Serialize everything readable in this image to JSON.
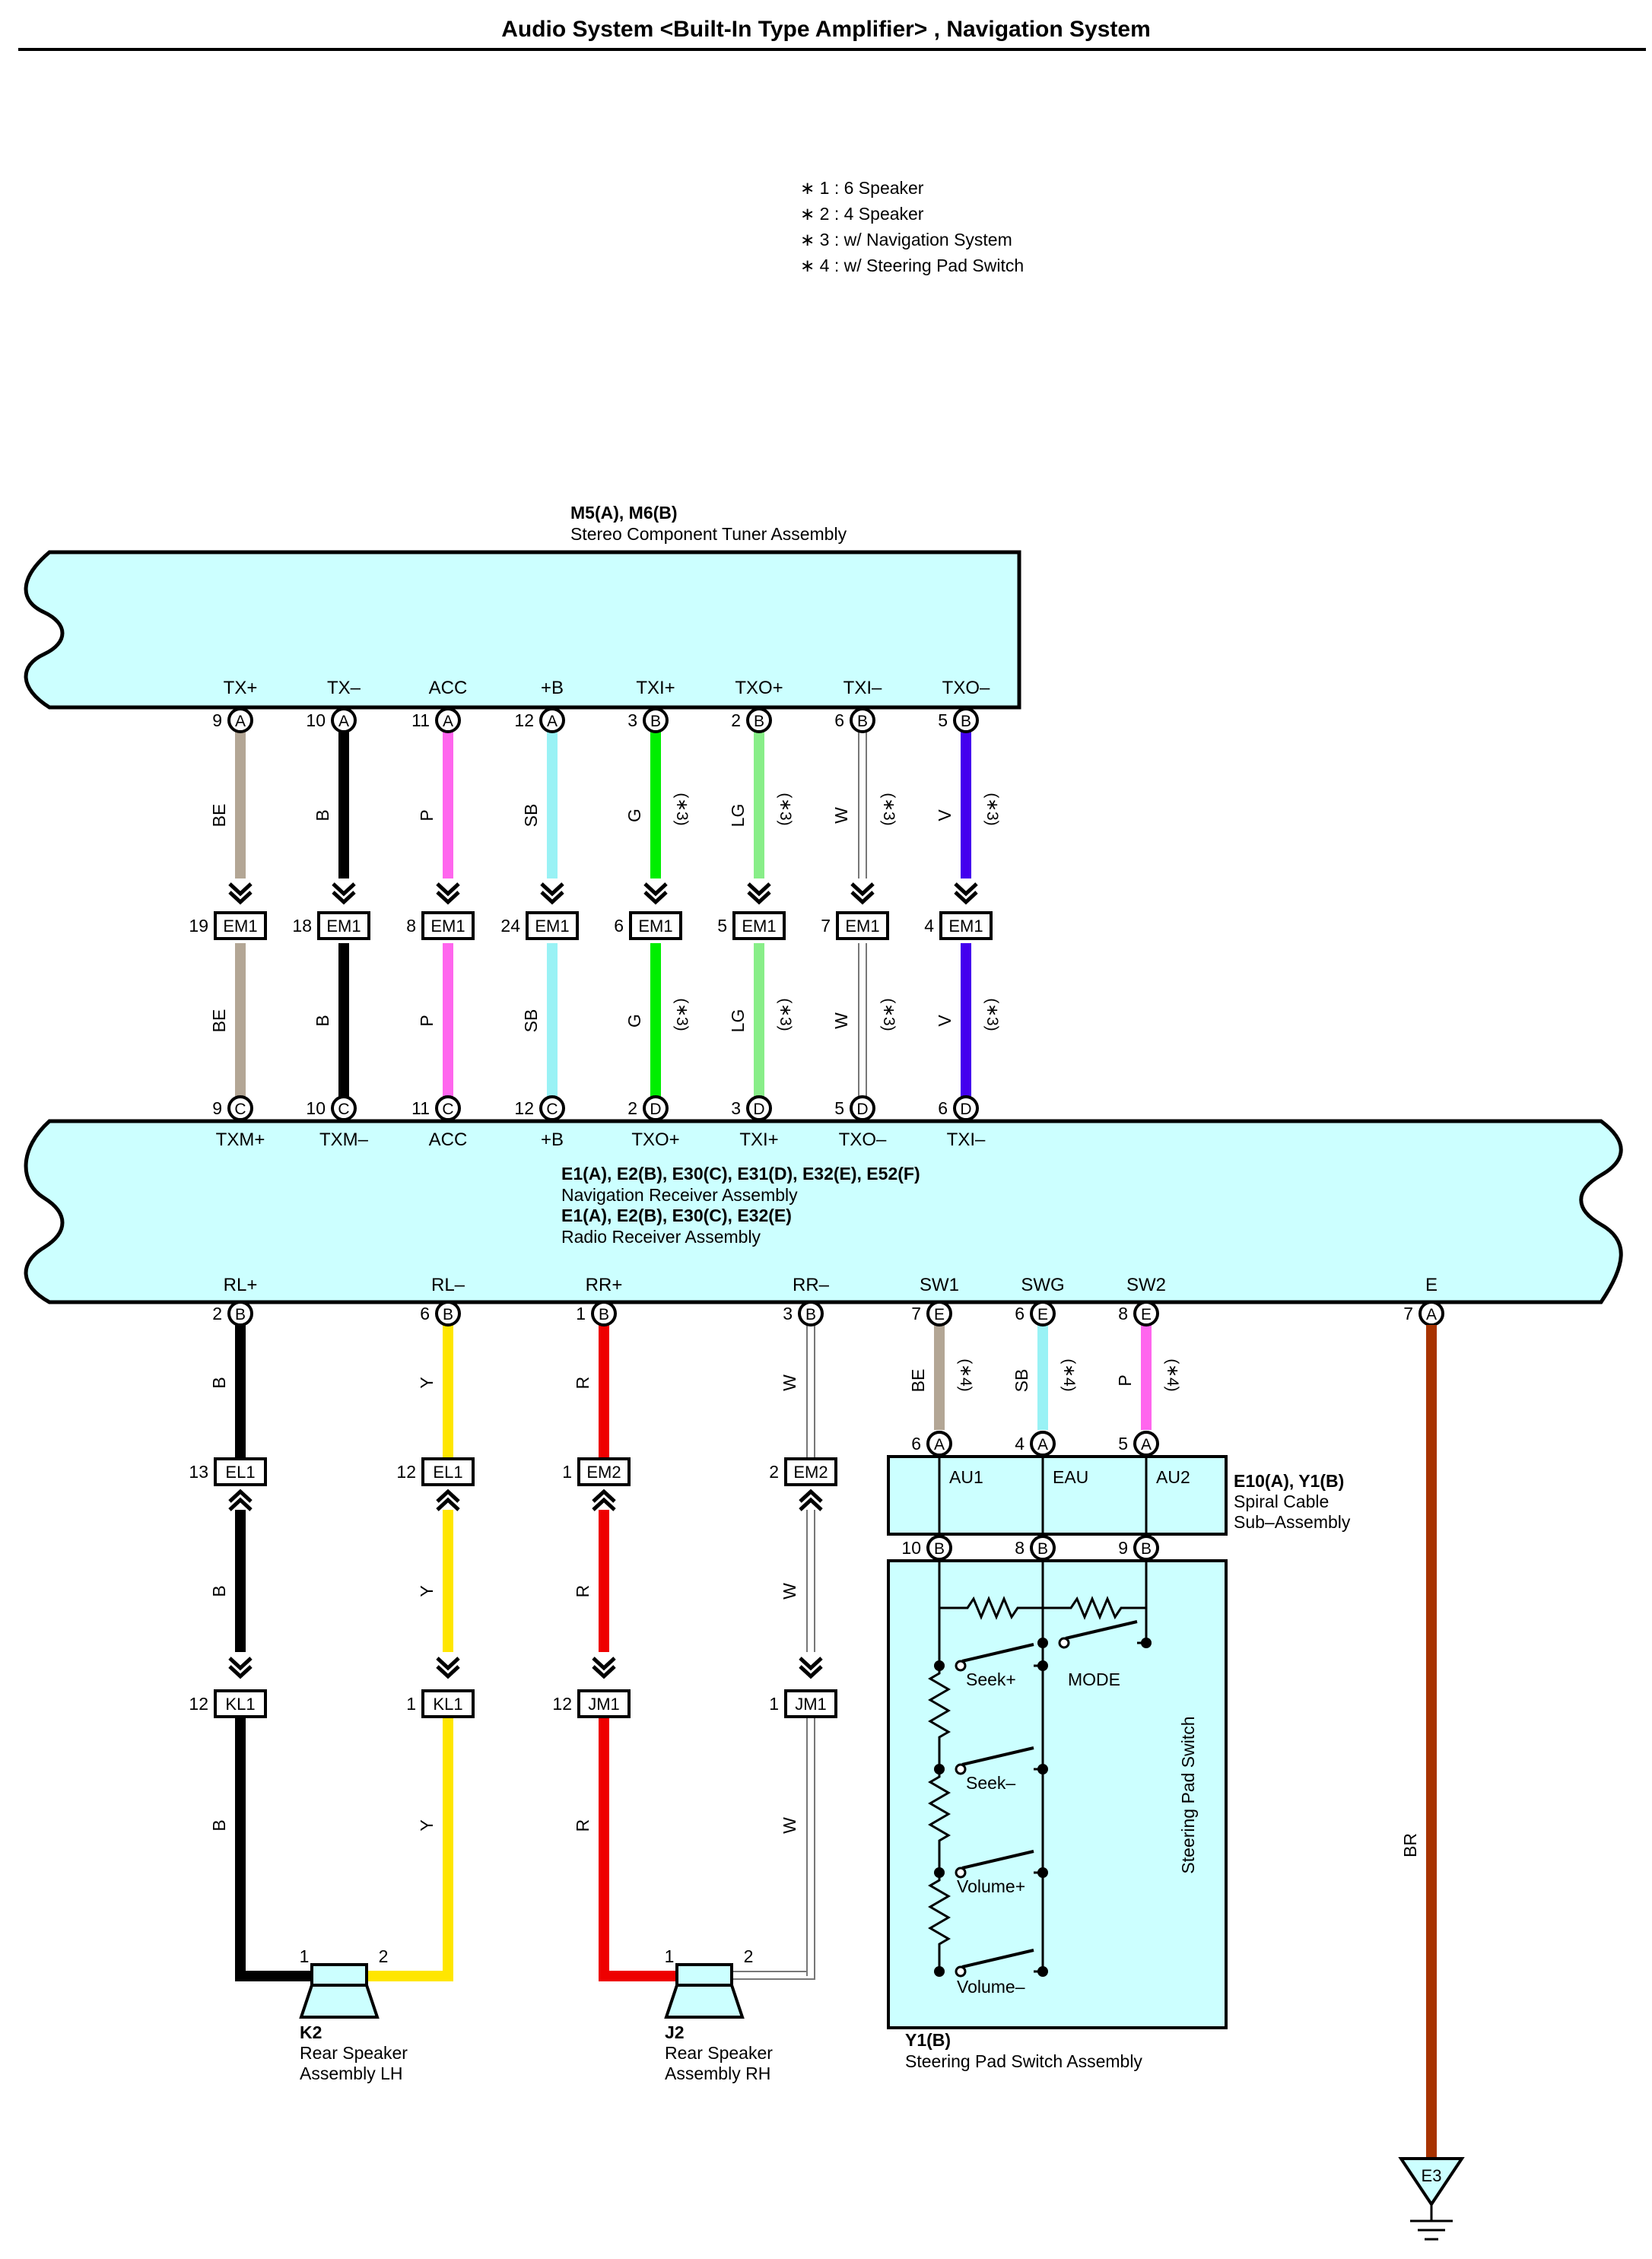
{
  "header": {
    "title": "Audio System <Built-In Type Amplifier> , Navigation System"
  },
  "notes": [
    "∗ 1 : 6 Speaker",
    "∗ 2 : 4 Speaker",
    "∗ 3 : w/ Navigation System",
    "∗ 4 : w/ Steering Pad Switch"
  ],
  "colors": {
    "box_fill": "#ccffff",
    "BE": "#b3a695",
    "B": "#000000",
    "P": "#ff66ee",
    "SB": "#99f2f5",
    "G": "#00ee00",
    "LG": "#88ee88",
    "W": "#ffffff",
    "V": "#4400ee",
    "Y": "#ffe600",
    "R": "#ee0000",
    "BR": "#a83300"
  },
  "tuner": {
    "codes": "M5(A), M6(B)",
    "name": "Stereo Component Tuner Assembly",
    "pins": [
      {
        "label": "TX+",
        "num": "9",
        "conn": "A"
      },
      {
        "label": "TX–",
        "num": "10",
        "conn": "A"
      },
      {
        "label": "ACC",
        "num": "11",
        "conn": "A"
      },
      {
        "label": "+B",
        "num": "12",
        "conn": "A"
      },
      {
        "label": "TXI+",
        "num": "3",
        "conn": "B"
      },
      {
        "label": "TXO+",
        "num": "2",
        "conn": "B"
      },
      {
        "label": "TXI–",
        "num": "6",
        "conn": "B"
      },
      {
        "label": "TXO–",
        "num": "5",
        "conn": "B"
      }
    ]
  },
  "upper_wires": [
    {
      "color_code": "BE",
      "note": ""
    },
    {
      "color_code": "B",
      "note": ""
    },
    {
      "color_code": "P",
      "note": ""
    },
    {
      "color_code": "SB",
      "note": ""
    },
    {
      "color_code": "G",
      "note": "(∗3)"
    },
    {
      "color_code": "LG",
      "note": "(∗3)"
    },
    {
      "color_code": "W",
      "note": "(∗3)"
    },
    {
      "color_code": "V",
      "note": "(∗3)"
    }
  ],
  "upper_junctions": [
    {
      "num": "19",
      "label": "EM1"
    },
    {
      "num": "18",
      "label": "EM1"
    },
    {
      "num": "8",
      "label": "EM1"
    },
    {
      "num": "24",
      "label": "EM1"
    },
    {
      "num": "6",
      "label": "EM1"
    },
    {
      "num": "5",
      "label": "EM1"
    },
    {
      "num": "7",
      "label": "EM1"
    },
    {
      "num": "4",
      "label": "EM1"
    }
  ],
  "receiver": {
    "codes1": "E1(A), E2(B), E30(C), E31(D), E32(E), E52(F)",
    "name1": "Navigation Receiver Assembly",
    "codes2": "E1(A), E2(B), E30(C), E32(E)",
    "name2": "Radio Receiver Assembly",
    "top_pins": [
      {
        "label": "TXM+",
        "num": "9",
        "conn": "C"
      },
      {
        "label": "TXM–",
        "num": "10",
        "conn": "C"
      },
      {
        "label": "ACC",
        "num": "11",
        "conn": "C"
      },
      {
        "label": "+B",
        "num": "12",
        "conn": "C"
      },
      {
        "label": "TXO+",
        "num": "2",
        "conn": "D"
      },
      {
        "label": "TXI+",
        "num": "3",
        "conn": "D"
      },
      {
        "label": "TXO–",
        "num": "5",
        "conn": "D"
      },
      {
        "label": "TXI–",
        "num": "6",
        "conn": "D"
      }
    ],
    "bottom_pins": [
      {
        "label": "RL+",
        "num": "2",
        "conn": "B"
      },
      {
        "label": "RL–",
        "num": "6",
        "conn": "B"
      },
      {
        "label": "RR+",
        "num": "1",
        "conn": "B"
      },
      {
        "label": "RR–",
        "num": "3",
        "conn": "B"
      },
      {
        "label": "SW1",
        "num": "7",
        "conn": "E"
      },
      {
        "label": "SWG",
        "num": "6",
        "conn": "E"
      },
      {
        "label": "SW2",
        "num": "8",
        "conn": "E"
      },
      {
        "label": "E",
        "num": "7",
        "conn": "A"
      }
    ]
  },
  "speaker_wires": [
    {
      "color_code": "B",
      "j1_num": "13",
      "j1_label": "EL1",
      "j2_num": "12",
      "j2_label": "KL1"
    },
    {
      "color_code": "Y",
      "j1_num": "12",
      "j1_label": "EL1",
      "j2_num": "1",
      "j2_label": "KL1"
    },
    {
      "color_code": "R",
      "j1_num": "1",
      "j1_label": "EM2",
      "j2_num": "12",
      "j2_label": "JM1"
    },
    {
      "color_code": "W",
      "j1_num": "2",
      "j1_label": "EM2",
      "j2_num": "1",
      "j2_label": "JM1"
    }
  ],
  "speakers": [
    {
      "code": "K2",
      "name_line1": "Rear Speaker",
      "name_line2": "Assembly LH",
      "pin1": "1",
      "pin2": "2"
    },
    {
      "code": "J2",
      "name_line1": "Rear Speaker",
      "name_line2": "Assembly RH",
      "pin1": "1",
      "pin2": "2"
    }
  ],
  "switch_wires": [
    {
      "color_code": "BE",
      "note": "(∗4)"
    },
    {
      "color_code": "SB",
      "note": "(∗4)"
    },
    {
      "color_code": "P",
      "note": "(∗4)"
    }
  ],
  "spiral": {
    "codes": "E10(A), Y1(B)",
    "name_line1": "Spiral Cable",
    "name_line2": "Sub–Assembly",
    "top_pins": [
      {
        "num": "6",
        "conn": "A"
      },
      {
        "num": "4",
        "conn": "A"
      },
      {
        "num": "5",
        "conn": "A"
      }
    ],
    "inner_labels": [
      "AU1",
      "EAU",
      "AU2"
    ],
    "bottom_pins": [
      {
        "num": "10",
        "conn": "B"
      },
      {
        "num": "8",
        "conn": "B"
      },
      {
        "num": "9",
        "conn": "B"
      }
    ]
  },
  "steering": {
    "side_label": "Steering Pad Switch",
    "switch_labels": [
      "Seek+",
      "MODE",
      "Seek–",
      "Volume+",
      "Volume–"
    ],
    "code": "Y1(B)",
    "name": "Steering Pad Switch Assembly"
  },
  "ground_wire": {
    "color_code": "BR"
  },
  "ground": {
    "label": "E3"
  }
}
